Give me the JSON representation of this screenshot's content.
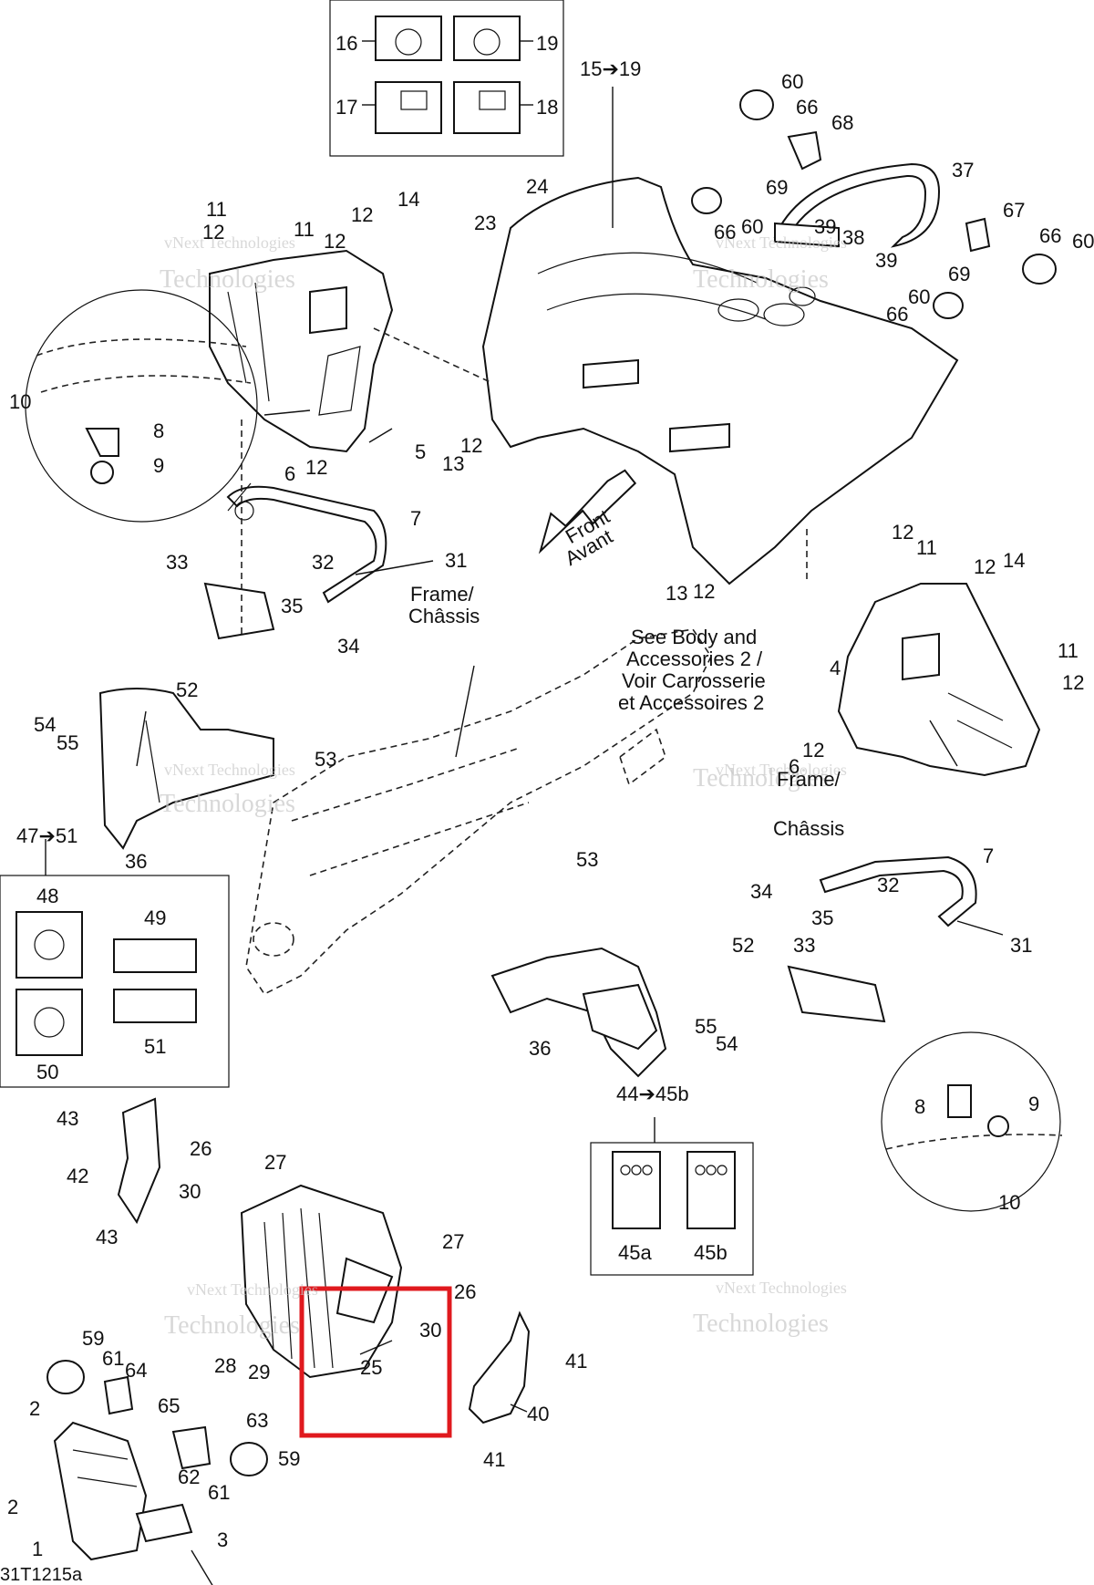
{
  "labels": {
    "n1": "1",
    "n2a": "2",
    "n2b": "2",
    "n3": "3",
    "n4": "4",
    "n5": "5",
    "n6a": "6",
    "n6b": "6",
    "n7a": "7",
    "n7b": "7",
    "n8a": "8",
    "n8b": "8",
    "n9a": "9",
    "n9b": "9",
    "n10a": "10",
    "n10b": "10",
    "n11a": "11",
    "n11b": "11",
    "n11c": "11",
    "n11d": "11",
    "n12a": "12",
    "n12b": "12",
    "n12c": "12",
    "n12d": "12",
    "n12e": "12",
    "n12f": "12",
    "n12g": "12",
    "n12h": "12",
    "n12i": "12",
    "n12j": "12",
    "n13a": "13",
    "n13b": "13",
    "n14a": "14",
    "n14b": "14",
    "r15_19": "15➔19",
    "n16": "16",
    "n17": "17",
    "n18": "18",
    "n19": "19",
    "n23": "23",
    "n24": "24",
    "n25": "25",
    "n26a": "26",
    "n26b": "26",
    "n27a": "27",
    "n27b": "27",
    "n28": "28",
    "n29": "29",
    "n30a": "30",
    "n30b": "30",
    "n31a": "31",
    "n31b": "31",
    "n32a": "32",
    "n32b": "32",
    "n33a": "33",
    "n33b": "33",
    "n34a": "34",
    "n34b": "34",
    "n35a": "35",
    "n35b": "35",
    "n36a": "36",
    "n36b": "36",
    "n37": "37",
    "n38": "38",
    "n39a": "39",
    "n39b": "39",
    "n40": "40",
    "n41a": "41",
    "n41b": "41",
    "n42": "42",
    "n43a": "43",
    "n43b": "43",
    "r44_45b": "44➔45b",
    "n45a": "45a",
    "n45b": "45b",
    "r47_51": "47➔51",
    "n48": "48",
    "n49": "49",
    "n50": "50",
    "n51": "51",
    "n52a": "52",
    "n52b": "52",
    "n53a": "53",
    "n53b": "53",
    "n54a": "54",
    "n54b": "54",
    "n55a": "55",
    "n55b": "55",
    "n59a": "59",
    "n59b": "59",
    "n60a": "60",
    "n60b": "60",
    "n60c": "60",
    "n60d": "60",
    "n61a": "61",
    "n61b": "61",
    "n62": "62",
    "n63": "63",
    "n64": "64",
    "n65": "65",
    "n66a": "66",
    "n66b": "66",
    "n66c": "66",
    "n66d": "66",
    "n67": "67",
    "n68": "68",
    "n69a": "69",
    "n69b": "69",
    "frame1a": "Frame/",
    "frame1b": "Châssis",
    "frame2a": "Frame/",
    "frame2b": "Châssis",
    "see1": "See Body and",
    "see2": "Accessories 2 /",
    "see3": "Voir Carrosserie",
    "see4": "et Accessoires 2",
    "front": "Front",
    "avant": "Avant",
    "code": "31T1215a"
  },
  "watermark": {
    "line1": "vNext Technologies",
    "line2": "Technologies"
  },
  "highlight": {
    "color": "#e0191e"
  }
}
